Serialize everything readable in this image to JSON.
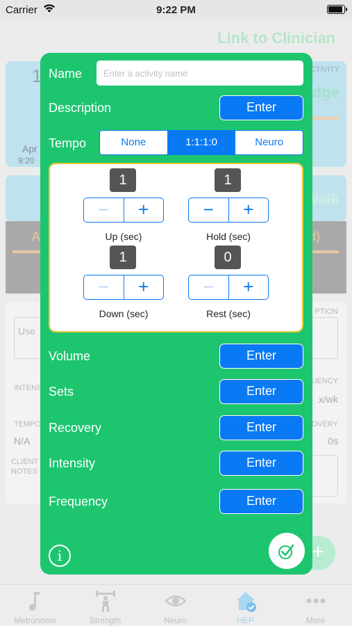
{
  "status": {
    "carrier": "Carrier",
    "time": "9:22 PM"
  },
  "background": {
    "link_to_clinician": "Link to Clinician",
    "card1_number": "1",
    "card1_activity": "ACTIVITY",
    "card1_title": "dge",
    "card1_date": "Apr",
    "card1_time": "9:20",
    "card2_title": "Walk",
    "strip_left": "A",
    "strip_right": "d)",
    "use_text": "Use",
    "description_label": "PTION",
    "intensity_label": "INTENS",
    "frequency_label": "UENCY",
    "frequency_value": "x/wk",
    "tempo_label": "TEMPO",
    "tempo_value": "N/A",
    "recovery_label": "OVERY",
    "recovery_value": "0s",
    "client_label": "CLIENT",
    "notes_label": "NOTES"
  },
  "modal": {
    "name_label": "Name",
    "name_placeholder": "Enter a activity name",
    "description_label": "Description",
    "tempo_label": "Tempo",
    "tempo_options": [
      "None",
      "1:1:1:0",
      "Neuro"
    ],
    "tempo_selected": "1:1:1:0",
    "counters": [
      {
        "value": "1",
        "caption": "Up (sec)",
        "minus_enabled": false
      },
      {
        "value": "1",
        "caption": "Hold (sec)",
        "minus_enabled": true
      },
      {
        "value": "1",
        "caption": "Down (sec)",
        "minus_enabled": false
      },
      {
        "value": "0",
        "caption": "Rest (sec)",
        "minus_enabled": false
      }
    ],
    "volume_label": "Volume",
    "sets_label": "Sets",
    "recovery_label": "Recovery",
    "intensity_label": "Intensity",
    "frequency_label": "Frequency",
    "enter_label": "Enter",
    "minus_symbol": "−",
    "plus_symbol": "+",
    "info_symbol": "i"
  },
  "tabs": [
    {
      "label": "Metronome",
      "icon": "music-note-icon"
    },
    {
      "label": "Strength",
      "icon": "weightlifter-icon"
    },
    {
      "label": "Neuro",
      "icon": "eye-icon"
    },
    {
      "label": "HEP",
      "icon": "house-check-icon",
      "active": true
    },
    {
      "label": "More",
      "icon": "more-dots-icon"
    }
  ],
  "colors": {
    "modal_green": "#1dc56f",
    "accent_blue": "#0a79f4",
    "tempo_border": "#e8c73a"
  }
}
